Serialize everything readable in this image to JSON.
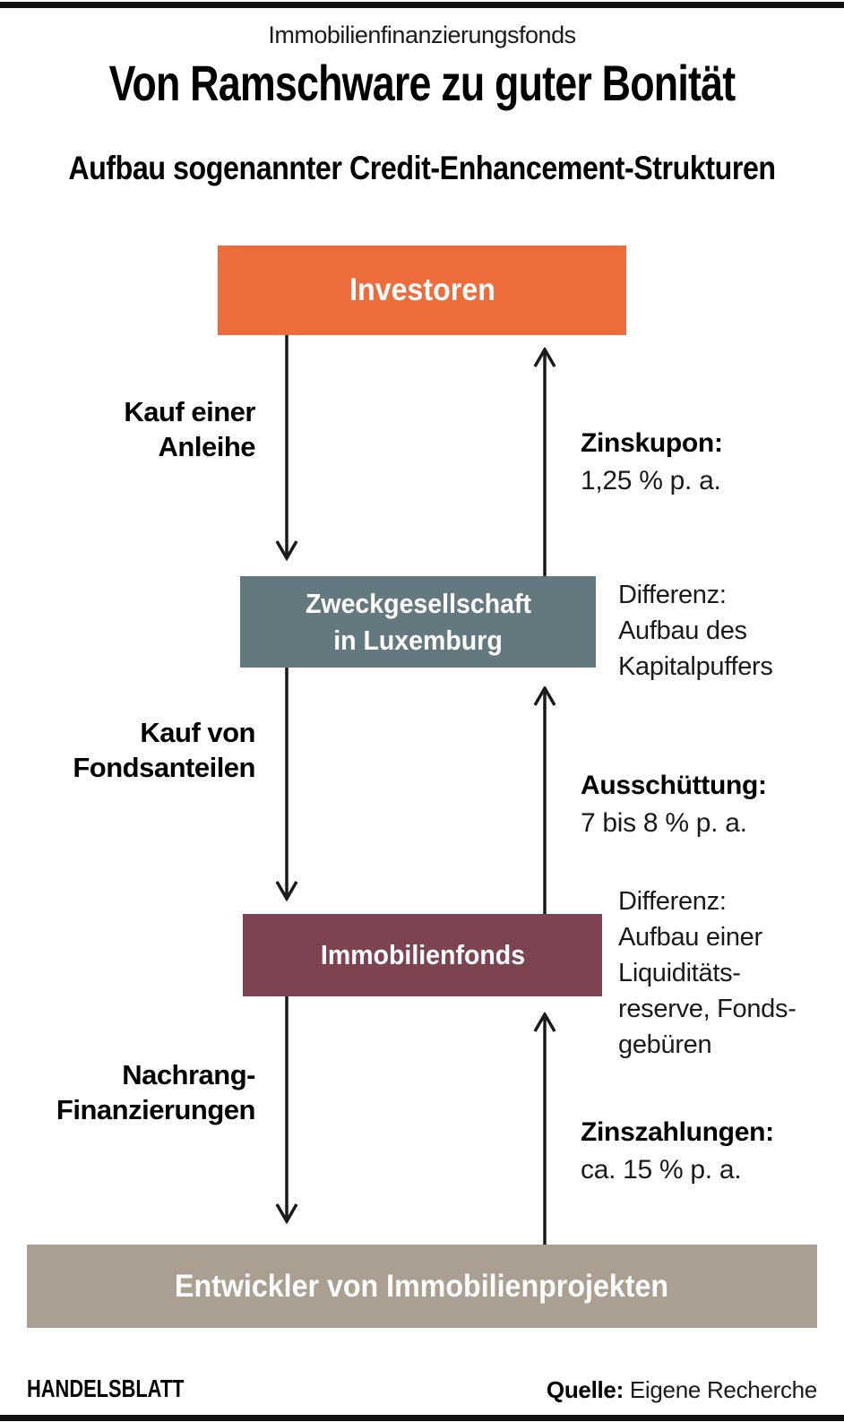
{
  "header": {
    "kicker": "Immobilienfinanzierungsfonds",
    "title": "Von Ramschware zu guter Bonität",
    "subtitle": "Aufbau sogenannter Credit-Enhancement-Strukturen"
  },
  "colors": {
    "investoren": "#ED6C3B",
    "zweckgesellschaft": "#64787F",
    "immobilienfonds": "#7D4351",
    "entwickler": "#AA9F91",
    "bar": "#111111",
    "arrow": "#1a1a1a"
  },
  "nodes": {
    "investoren": {
      "label": "Investoren"
    },
    "zweckgesellschaft": {
      "line1": "Zweckgesellschaft",
      "line2": "in Luxemburg"
    },
    "immobilienfonds": {
      "label": "Immobilienfonds"
    },
    "entwickler": {
      "label": "Entwickler von Immobilienprojekten"
    }
  },
  "flows": {
    "kauf_anleihe": {
      "line1": "Kauf einer",
      "line2": "Anleihe"
    },
    "zinskupon": {
      "title": "Zinskupon:",
      "value": "1,25 % p. a."
    },
    "differenz_kapitalpuffer": {
      "line1": "Differenz:",
      "line2": "Aufbau des",
      "line3": "Kapitalpuffers"
    },
    "kauf_fondsanteile": {
      "line1": "Kauf von",
      "line2": "Fondsanteilen"
    },
    "ausschuettung": {
      "title": "Ausschüttung:",
      "value": "7 bis 8 % p. a."
    },
    "differenz_liquiditaet": {
      "line1": "Differenz:",
      "line2": "Aufbau einer",
      "line3": "Liquiditäts-",
      "line4": "reserve, Fonds-",
      "line5": "gebüren"
    },
    "nachrang": {
      "line1": "Nachrang-",
      "line2": "Finanzierungen"
    },
    "zinszahlungen": {
      "title": "Zinszahlungen:",
      "value": "ca. 15 % p. a."
    }
  },
  "footer": {
    "brand": "HANDELSBLATT",
    "source_label": "Quelle:",
    "source_value": " Eigene Recherche"
  }
}
